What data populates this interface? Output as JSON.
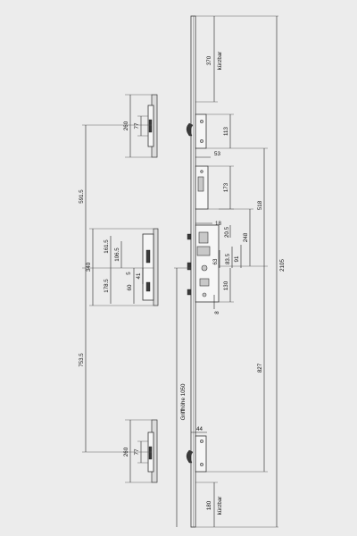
{
  "dimensions": {
    "top_reducible_value": "370",
    "top_reducible_note": "kürzbar",
    "bottom_reducible_value": "180",
    "bottom_reducible_note": "kürzbar",
    "d113": "113",
    "d53": "53",
    "d173": "173",
    "d518": "518",
    "d18": "18",
    "d20_5": "20.5",
    "d248": "248",
    "d2105": "2105",
    "d63": "63",
    "d83_5": "83.5",
    "d91": "91",
    "d130": "130",
    "d8": "8",
    "d827": "827",
    "d44": "44",
    "handle_height": "Griffhöhe 1050",
    "keeper_top_260": "260",
    "keeper_top_77": "77",
    "d591_5": "591.5",
    "d161_5": "161.5",
    "d106_5": "106.5",
    "d340": "340",
    "d178_5": "178.5",
    "d5": "5",
    "d41": "41",
    "d60": "60",
    "d753_5": "753.5",
    "keeper_bottom_260": "260",
    "keeper_bottom_77": "77"
  }
}
